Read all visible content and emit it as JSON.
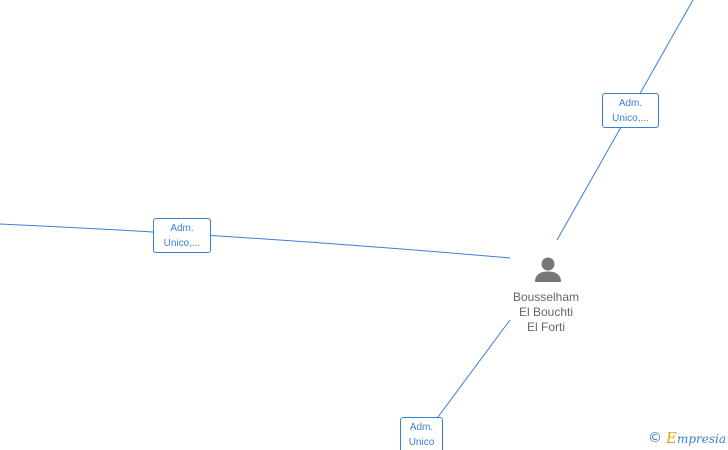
{
  "colors": {
    "edge": "#3b7fd4",
    "node_icon": "#777777",
    "node_text": "#666666",
    "brand_accent": "#f39c12"
  },
  "center_node": {
    "icon": "person-icon",
    "name_lines": [
      "Bousselham",
      "El Bouchti",
      "El Forti"
    ]
  },
  "edges": [
    {
      "label_lines": [
        "Adm.",
        "Unico,..."
      ]
    },
    {
      "label_lines": [
        "Adm.",
        "Unico,..."
      ]
    },
    {
      "label_lines": [
        "Adm.",
        "Unico"
      ]
    }
  ],
  "watermark": {
    "icon": "copyright-icon",
    "brand_initial": "E",
    "brand_rest": "mpresia"
  }
}
